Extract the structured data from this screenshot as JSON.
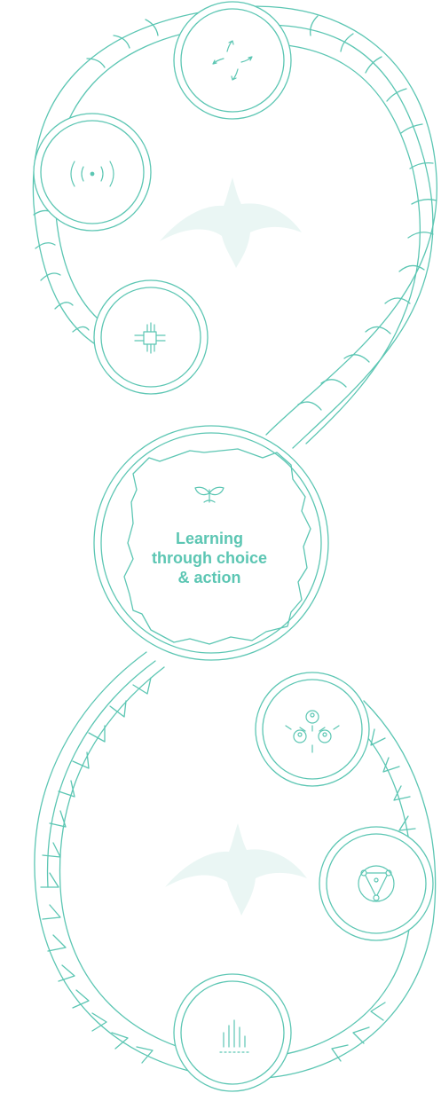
{
  "center": {
    "lines": [
      "Learning",
      "through choice",
      "& action"
    ],
    "icon": "sprout-icon"
  },
  "colors": {
    "accent": "#5cc6b3",
    "bird": "#eaf6f4",
    "background": "#ffffff"
  },
  "upper_loop": {
    "band_pattern": "wave-scallops",
    "icons": [
      "arrows-exchange-icon",
      "broadcast-icon",
      "chip-icon"
    ],
    "watermark": "bird-icon"
  },
  "lower_loop": {
    "band_pattern": "chevrons",
    "icons": [
      "people-network-icon",
      "triangle-nodes-icon",
      "bar-levels-icon"
    ],
    "watermark": "bird-icon"
  }
}
